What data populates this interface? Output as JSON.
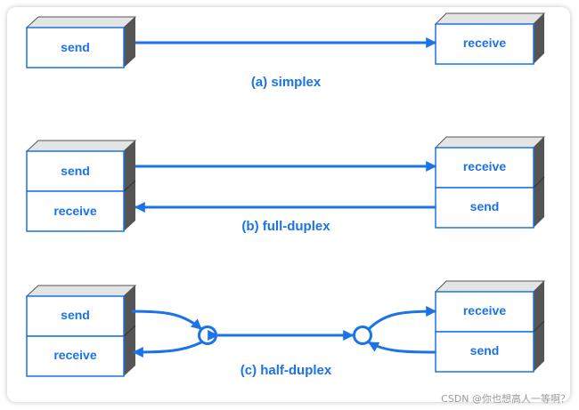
{
  "colors": {
    "accent": "#1a73e8",
    "box_fill": "#ffffff",
    "side_face": "#555555",
    "top_face": "#e4e4e4"
  },
  "simplex": {
    "left": [
      "send"
    ],
    "right": [
      "receive"
    ],
    "caption": "(a)  simplex"
  },
  "full_duplex": {
    "left": [
      "send",
      "receive"
    ],
    "right": [
      "receive",
      "send"
    ],
    "caption": "(b)  full-duplex"
  },
  "half_duplex": {
    "left": [
      "send",
      "receive"
    ],
    "right": [
      "receive",
      "send"
    ],
    "caption": "(c)  half-duplex"
  },
  "watermark": "CSDN @你也想高人一等啊？"
}
